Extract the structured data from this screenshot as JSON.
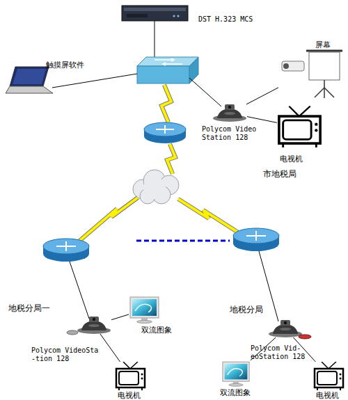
{
  "diagram": {
    "nodes": [
      {
        "text": [
          "DST H.323 MCS"
        ]
      },
      {
        "text": [
          "触摸屏软件"
        ]
      },
      {
        "text": [
          "屏幕"
        ]
      },
      {
        "text": [
          "Polycom Video Station 128"
        ]
      },
      {
        "text": [
          "电视机"
        ]
      },
      {
        "text": [
          "Polycom VideoSta -tion 128"
        ]
      },
      {
        "text": [
          "双流图象"
        ]
      },
      {
        "text": [
          "电视机"
        ]
      },
      {
        "text": [
          "Polycom Vid- eoStation 128"
        ]
      },
      {
        "text": [
          "双流图象"
        ]
      },
      {
        "text": [
          "电视机"
        ]
      }
    ],
    "edges": [
      {
        "from": 3,
        "to": 2,
        "arrow": "none"
      },
      {
        "from": 3,
        "to": 4,
        "arrow": "none"
      },
      {
        "from": 5,
        "to": 6,
        "arrow": "none"
      },
      {
        "from": 5,
        "to": 7,
        "arrow": "none"
      },
      {
        "from": 8,
        "to": 9,
        "arrow": "none"
      },
      {
        "from": 8,
        "to": 10,
        "arrow": "none"
      }
    ],
    "labels": [
      "市地税局",
      "地税分局一",
      "地税分局"
    ]
  }
}
